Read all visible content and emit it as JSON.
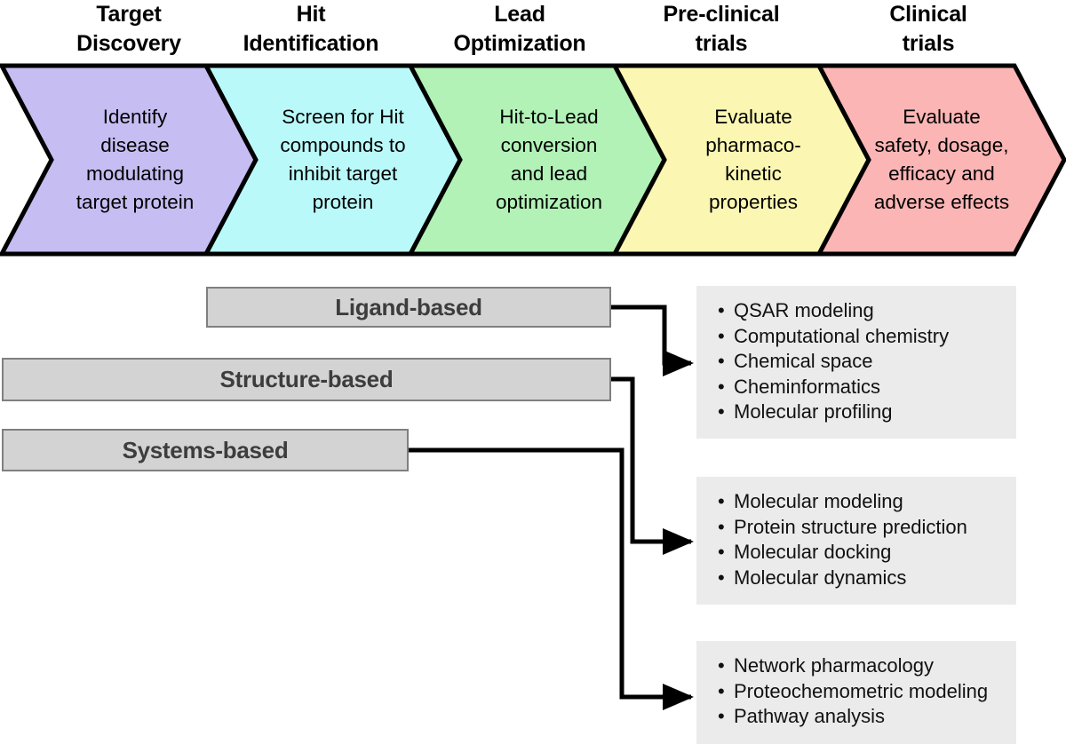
{
  "pipeline": {
    "stages": [
      {
        "header_lines": [
          "Target",
          "Discovery"
        ],
        "body_lines": [
          "Identify",
          "disease",
          "modulating",
          "target protein"
        ],
        "color": "#c6bdf2"
      },
      {
        "header_lines": [
          "Hit",
          "Identification"
        ],
        "body_lines": [
          "Screen for Hit",
          "compounds to",
          "inhibit target",
          "protein"
        ],
        "color": "#baf9f9"
      },
      {
        "header_lines": [
          "Lead",
          "Optimization"
        ],
        "body_lines": [
          "Hit-to-Lead",
          "conversion",
          "and lead",
          "optimization"
        ],
        "color": "#b2f2b7"
      },
      {
        "header_lines": [
          "Pre-clinical",
          "trials"
        ],
        "body_lines": [
          "Evaluate",
          "pharmaco-",
          "kinetic",
          "properties"
        ],
        "color": "#fbf7b2"
      },
      {
        "header_lines": [
          "Clinical",
          "trials"
        ],
        "body_lines": [
          "Evaluate",
          "safety, dosage,",
          "efficacy and",
          "adverse effects"
        ],
        "color": "#fcb5b5"
      }
    ]
  },
  "approaches": [
    {
      "label": "Ligand-based"
    },
    {
      "label": "Structure-based"
    },
    {
      "label": "Systems-based"
    }
  ],
  "technique_panels": [
    {
      "items": [
        "QSAR modeling",
        "Computational chemistry",
        "Chemical space",
        "Cheminformatics",
        "Molecular profiling"
      ]
    },
    {
      "items": [
        "Molecular modeling",
        "Protein structure prediction",
        "Molecular docking",
        "Molecular dynamics"
      ]
    },
    {
      "items": [
        "Network pharmacology",
        "Proteochemometric modeling",
        "Pathway analysis"
      ]
    }
  ],
  "styling": {
    "outline_color": "#000000",
    "box_fill": "#d3d3d3",
    "box_border": "#7f7f7f",
    "box_text": "#3d3d3d",
    "panel_fill": "#ebebeb",
    "connector_color": "#000000"
  }
}
